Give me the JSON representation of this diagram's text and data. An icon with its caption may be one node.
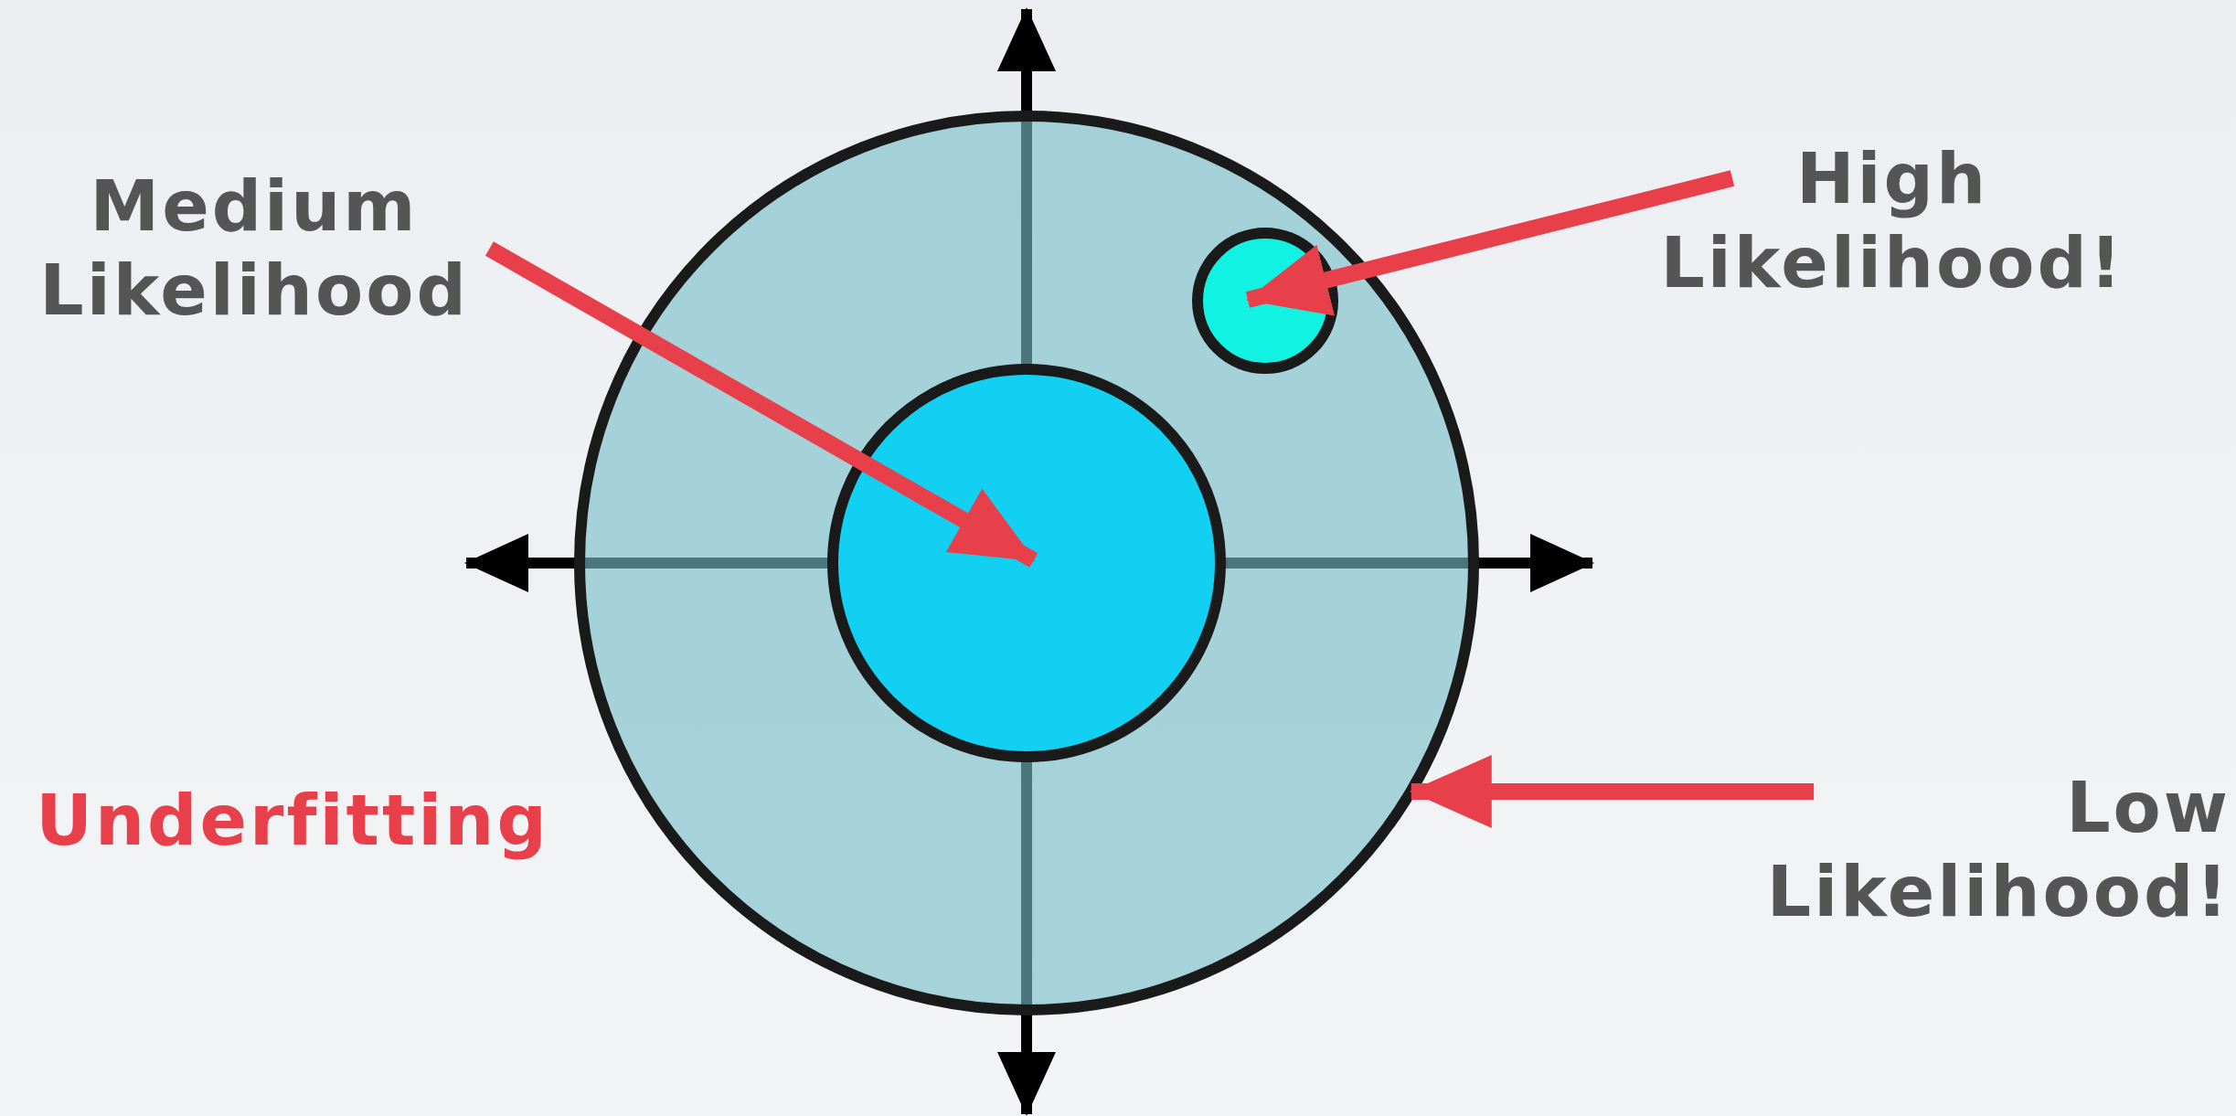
{
  "diagram": {
    "nodes": [
      {
        "text": [
          "Medium Likelihood"
        ]
      },
      {
        "text": [
          "High Likelihood!"
        ]
      },
      {
        "text": [
          "Low Likelihood!"
        ]
      },
      {
        "text": [],
        "shape": "circle"
      },
      {
        "text": [],
        "shape": "circle",
        "in": 3
      },
      {
        "text": [],
        "shape": "circle",
        "in": 3
      }
    ],
    "edges": [
      {
        "from": 0,
        "to": 4,
        "arrow": "to"
      },
      {
        "from": 1,
        "to": 5,
        "arrow": "to"
      },
      {
        "from": 2,
        "to": 3,
        "arrow": "to"
      }
    ],
    "labels": [
      "Underfitting"
    ]
  }
}
